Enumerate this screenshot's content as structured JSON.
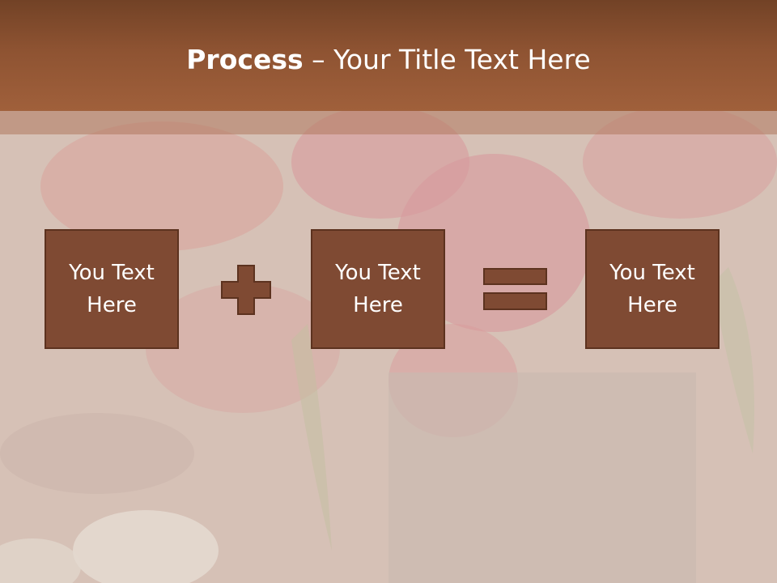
{
  "slide": {
    "title_bold": "Process",
    "title_dash": " – ",
    "title_rest": "Your Title Text Here",
    "boxes": [
      {
        "text": "You Text\nHere"
      },
      {
        "text": "You Text\nHere"
      },
      {
        "text": "You Text\nHere"
      }
    ],
    "operators": [
      "plus-icon",
      "equals-icon"
    ]
  },
  "colors": {
    "header": "#8e5332",
    "box_fill": "#7f4a33",
    "box_border": "#5c321f",
    "text": "#ffffff"
  }
}
